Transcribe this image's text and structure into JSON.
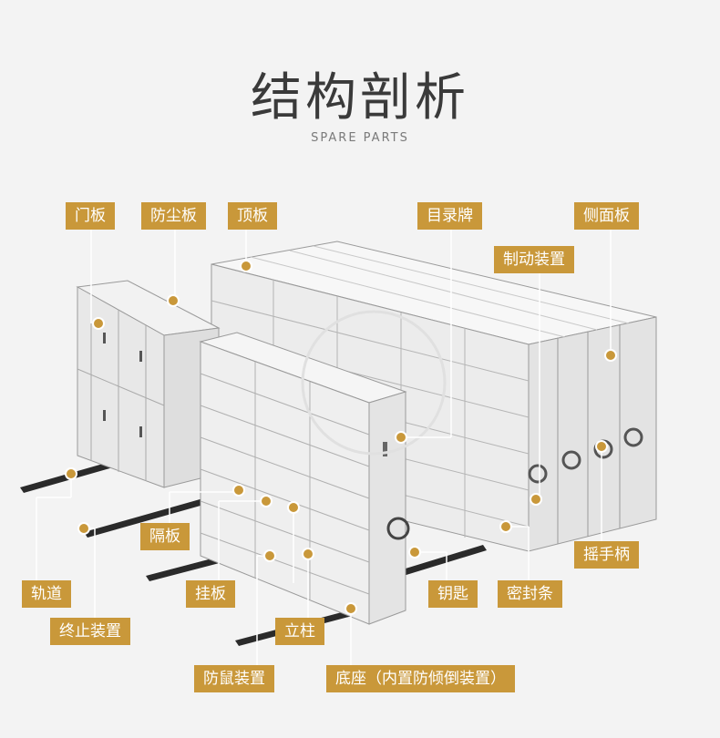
{
  "header": {
    "title": "结构剖析",
    "subtitle": "SPARE PARTS"
  },
  "labels": {
    "door_panel": "门板",
    "dust_panel": "防尘板",
    "top_panel": "顶板",
    "catalog_plate": "目录牌",
    "side_panel": "侧面板",
    "brake_device": "制动装置",
    "partition": "隔板",
    "rail": "轨道",
    "end_stop": "终止装置",
    "hanging_board": "挂板",
    "column": "立柱",
    "anti_rat": "防鼠装置",
    "base": "底座（内置防倾倒装置）",
    "key": "钥匙",
    "seal_strip": "密封条",
    "hand_crank": "摇手柄"
  },
  "colors": {
    "accent": "#c9983a",
    "background": "#f3f3f3",
    "cabinet": "#e6e6e6",
    "edge": "#9a9a9a"
  }
}
